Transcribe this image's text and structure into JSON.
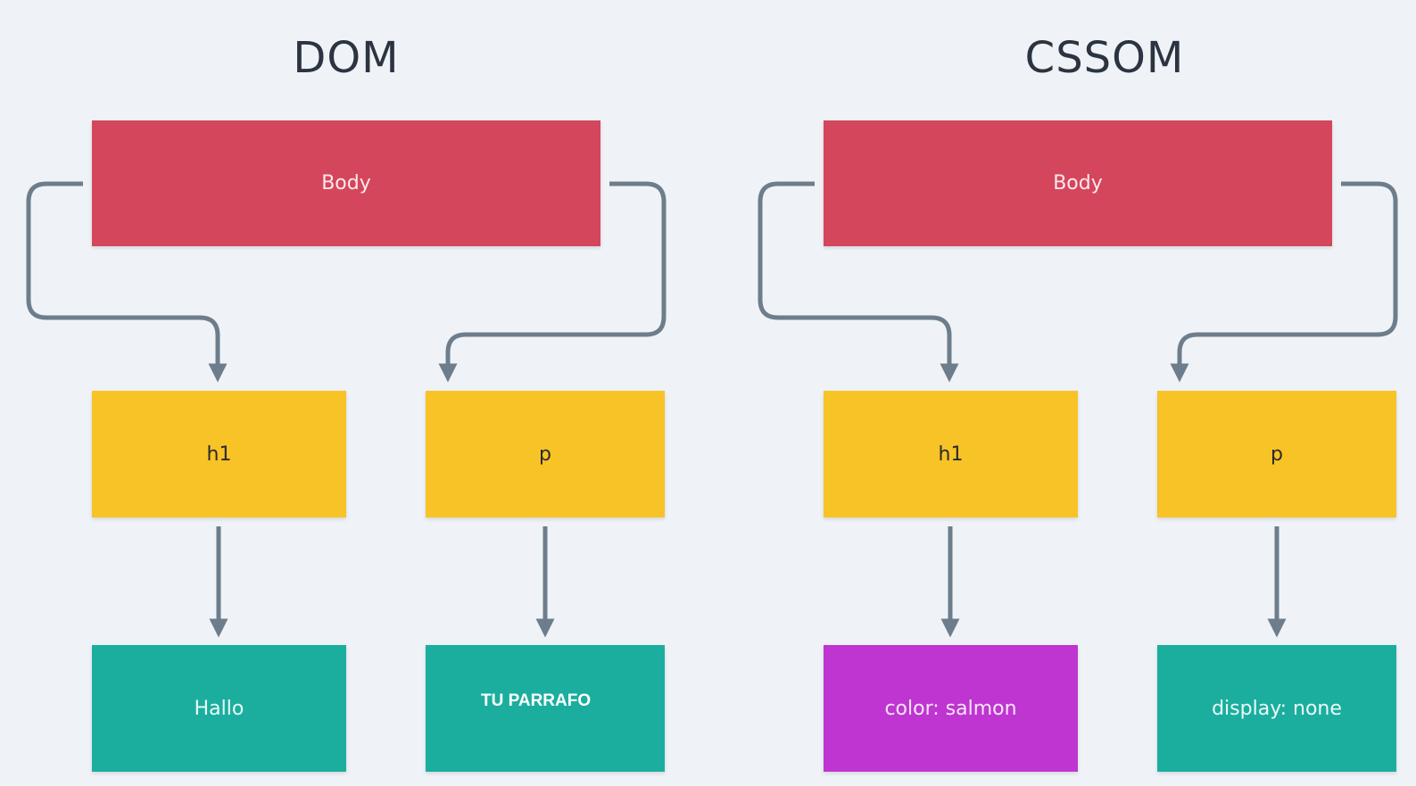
{
  "dom": {
    "title": "DOM",
    "root": "Body",
    "children": [
      {
        "label": "h1",
        "leaf": "Hallo"
      },
      {
        "label": "p",
        "leaf": "TU PARRAFO"
      }
    ]
  },
  "cssom": {
    "title": "CSSOM",
    "root": "Body",
    "children": [
      {
        "label": "h1",
        "leaf": "color: salmon"
      },
      {
        "label": "p",
        "leaf": "display: none"
      }
    ]
  },
  "colors": {
    "root": "#d4465c",
    "element": "#f8c326",
    "content": "#1bae9f",
    "style_highlight": "#bf35d1",
    "connector": "#6d7d8c",
    "background": "#eff3f7"
  }
}
